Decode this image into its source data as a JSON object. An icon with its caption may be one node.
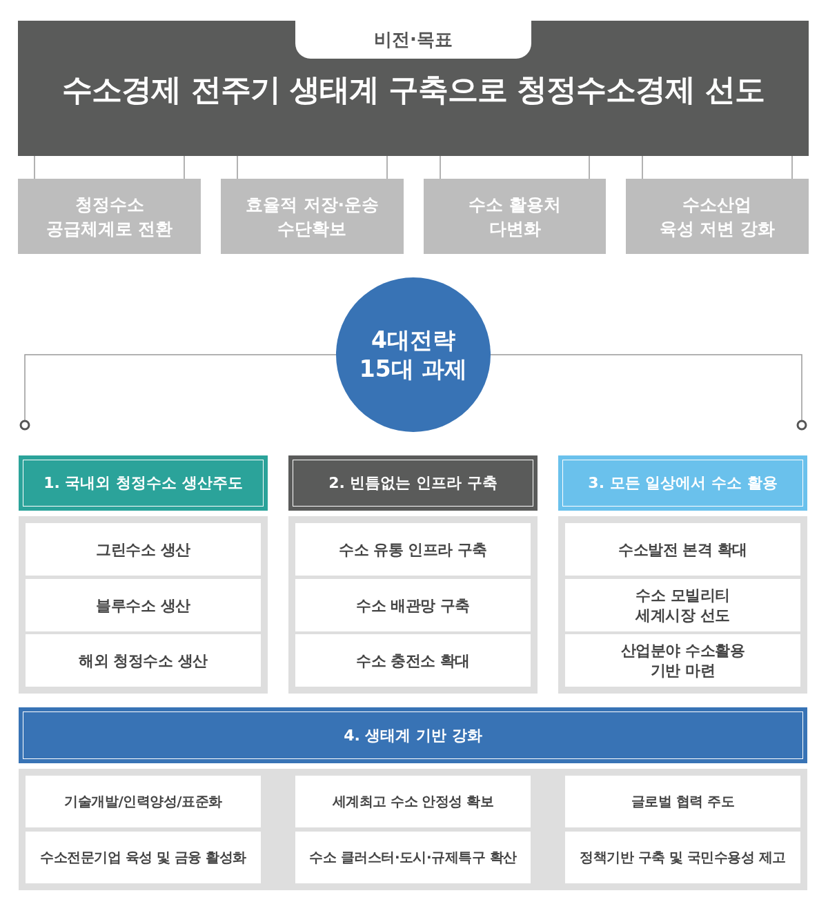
{
  "diagram": {
    "nodes": [
      {
        "text": [
          "비전·목표",
          "수소경제 전주기 생태계 구축으로 청정수소경제 선도"
        ]
      },
      {
        "text": [
          "청정수소 공급체계로 전환"
        ]
      },
      {
        "text": [
          "효율적 저장·운송 수단확보"
        ]
      },
      {
        "text": [
          "수소 활용처 다변화"
        ]
      },
      {
        "text": [
          "수소산업 육성 저변 강화"
        ]
      },
      {
        "text": [
          "4대전략 15대 과제"
        ]
      },
      {
        "text": [
          "1. 국내외 청정수소 생산주도"
        ]
      },
      {
        "text": [],
        "shape": "box"
      },
      {
        "text": [
          "그린수소 생산"
        ],
        "in": 7
      },
      {
        "text": [
          "블루수소 생산"
        ],
        "in": 7
      },
      {
        "text": [
          "해외 청정수소 생산"
        ],
        "in": 7
      },
      {
        "text": [
          "2. 빈틈없는 인프라 구축"
        ]
      },
      {
        "text": [],
        "shape": "box"
      },
      {
        "text": [
          "수소 유통 인프라 구축"
        ],
        "in": 12
      },
      {
        "text": [
          "수소 배관망 구축"
        ],
        "in": 12
      },
      {
        "text": [
          "수소 충전소 확대"
        ],
        "in": 12
      },
      {
        "text": [
          "3. 모든 일상에서 수소 활용"
        ]
      },
      {
        "text": [],
        "shape": "box"
      },
      {
        "text": [
          "수소발전 본격 확대"
        ],
        "in": 17
      },
      {
        "text": [
          "수소 모빌리티 세계시장 선도"
        ],
        "in": 17
      },
      {
        "text": [
          "산업분야 수소활용 기반 마련"
        ],
        "in": 17
      },
      {
        "text": [
          "4. 생태계 기반 강화"
        ]
      },
      {
        "text": [],
        "shape": "box"
      },
      {
        "text": [
          "기술개발/인력양성/표준화"
        ],
        "in": 22
      },
      {
        "text": [
          "세계최고 수소 안정성 확보"
        ],
        "in": 22
      },
      {
        "text": [
          "글로벌 협력 주도"
        ],
        "in": 22
      },
      {
        "text": [
          "수소전문기업 육성 및 금융 활성화"
        ],
        "in": 22
      },
      {
        "text": [
          "수소 클러스터·도시·규제특구 확산"
        ],
        "in": 22
      },
      {
        "text": [
          "정책기반 구축 및 국민수용성 제고"
        ],
        "in": 22
      }
    ],
    "edges": [
      {
        "from": 0,
        "to": 1,
        "arrow": "none"
      },
      {
        "from": 0,
        "to": 1,
        "arrow": "none"
      },
      {
        "from": 0,
        "to": 2,
        "arrow": "none"
      },
      {
        "from": 0,
        "to": 2,
        "arrow": "none"
      },
      {
        "from": 0,
        "to": 3,
        "arrow": "none"
      },
      {
        "from": 0,
        "to": 3,
        "arrow": "none"
      },
      {
        "from": 0,
        "to": 4,
        "arrow": "none"
      },
      {
        "from": 0,
        "to": 4,
        "arrow": "none"
      },
      {
        "from": 5,
        "to": null,
        "arrow": "other"
      },
      {
        "from": 5,
        "to": null,
        "arrow": "other"
      }
    ]
  }
}
